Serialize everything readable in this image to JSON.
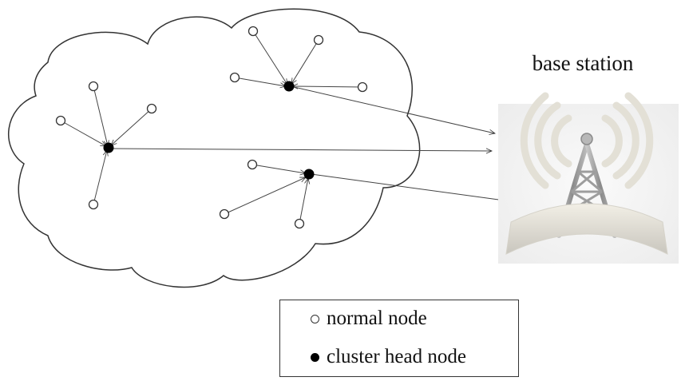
{
  "base_station": {
    "title": "base station",
    "icon": "radio-tower-icon"
  },
  "legend": {
    "normal_node": "normal node",
    "cluster_head_node": "cluster head node"
  },
  "colors": {
    "line": "#333333",
    "node_fill": "#ffffff",
    "cluster_head_fill": "#000000",
    "tower_gray": "#9a9a9a"
  }
}
